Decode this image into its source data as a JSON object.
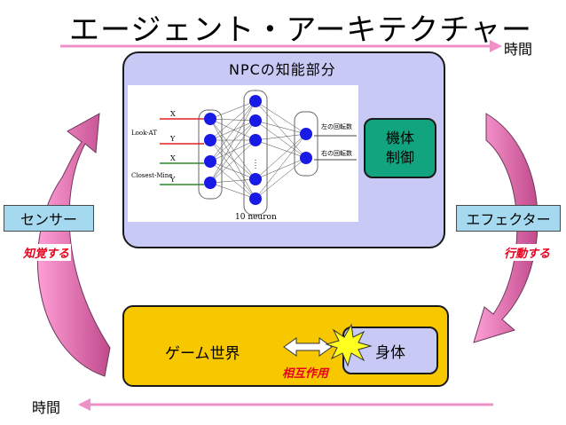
{
  "title": "エージェント・アーキテクチャー",
  "time_label_top": "時間",
  "time_label_bottom": "時間",
  "npc_box": {
    "label": "NPCの知能部分",
    "neural_net": {
      "inputs": [
        "X",
        "Y",
        "X",
        "Y"
      ],
      "input_group_labels": [
        "Look-AT",
        "Closest-Mine"
      ],
      "hidden_label": "10 neuron",
      "outputs": [
        "左の回転数",
        "右の回転数"
      ]
    },
    "control_box_line1": "機体",
    "control_box_line2": "制御"
  },
  "sensor_label": "センサー",
  "effector_label": "エフェクター",
  "perceive_label": "知覚する",
  "act_label": "行動する",
  "world_box": {
    "world_label": "ゲーム世界",
    "body_label": "身体",
    "interaction_label": "相互作用"
  },
  "colors": {
    "npc_box": "#c9c9f5",
    "control_box": "#12a37f",
    "world_box": "#f7c800",
    "side_box": "#a5d9ef",
    "pink_arrow": "#f7a8d8",
    "timeline": "#f090c8",
    "red_text": "#e8001e",
    "neuron": "#1a1ae6",
    "input_arrow": "#e02020",
    "burst": "#ffff20",
    "mutual_arrow": "#ffffff"
  }
}
